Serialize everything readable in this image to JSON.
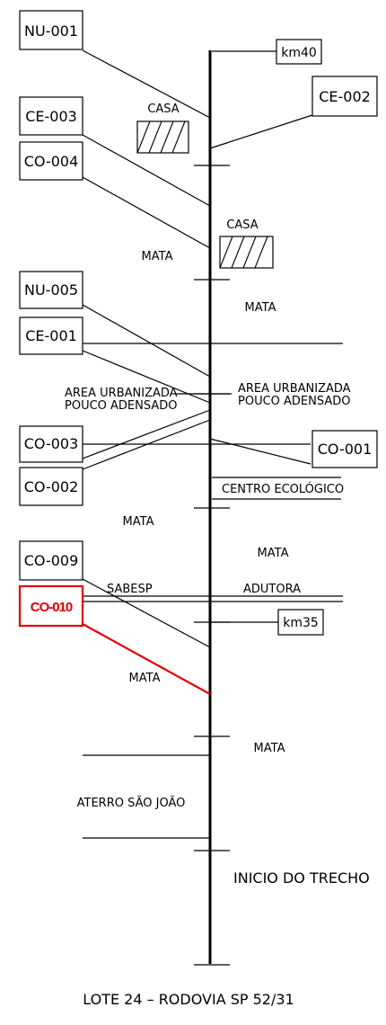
{
  "codes": {
    "nu001": "NU-001",
    "km40": "km40",
    "ce002": "CE-002",
    "ce003": "CE-003",
    "co004": "CO-004",
    "nu005": "NU-005",
    "ce001": "CE-001",
    "co003": "CO-003",
    "co001": "CO-001",
    "co002": "CO-002",
    "co009": "CO-009",
    "co010": "CO-010",
    "km35": "km35"
  },
  "labels": {
    "casa_1": "CASA",
    "casa_2": "CASA",
    "mata_left_1": "MATA",
    "mata_right_1": "MATA",
    "area_left_1": "AREA URBANIZADA",
    "area_left_2": "POUCO ADENSADO",
    "area_right_1": "AREA URBANIZADA",
    "area_right_2": "POUCO ADENSADO",
    "centro": "CENTRO ECOLÓGICO",
    "mata_left_2": "MATA",
    "mata_right_2": "MATA",
    "sabesp": "SABESP",
    "adutora": "ADUTORA",
    "mata_left_3": "MATA",
    "mata_right_3": "MATA",
    "aterro": "ATERRO SÃO JOÃO",
    "inicio": "INICIO DO TRECHO",
    "footer": "LOTE 24 – RODOVIA SP 52/31"
  },
  "colors": {
    "highlight": "#e00000",
    "line": "#000000"
  }
}
